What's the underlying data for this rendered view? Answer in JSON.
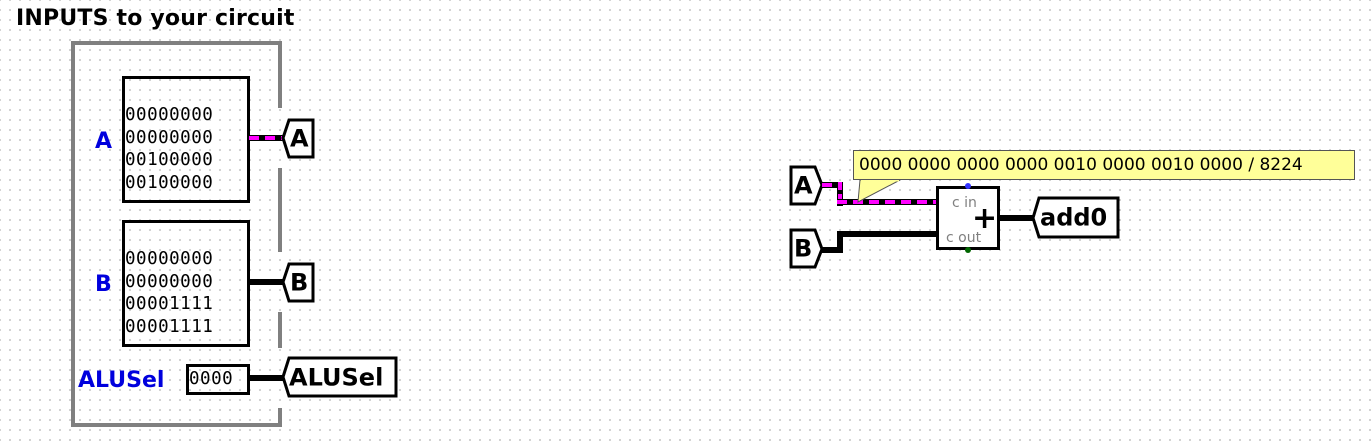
{
  "canvas": {
    "title": "INPUTS to your circuit",
    "grid_color": "#9a9a9a",
    "frame_color": "#808080"
  },
  "inputs": {
    "A": {
      "label": "A",
      "label_color": "#0000dd",
      "bits": [
        "00000000",
        "00000000",
        "00100000",
        "00100000"
      ],
      "tunnel": "A"
    },
    "B": {
      "label": "B",
      "label_color": "#0000dd",
      "bits": [
        "00000000",
        "00000000",
        "00001111",
        "00001111"
      ],
      "tunnel": "B"
    },
    "ALUSel": {
      "label": "ALUSel",
      "label_color": "#0000dd",
      "bits": [
        "0000"
      ],
      "tunnel": "ALUSel"
    }
  },
  "circuit": {
    "tunnel_a": "A",
    "tunnel_b": "B",
    "adder": {
      "symbol": "+",
      "carry_in_label": "c in",
      "carry_out_label": "c out",
      "carry_in_dot_color": "#3333ff",
      "carry_out_dot_color": "#006600"
    },
    "output_tunnel": "add0",
    "probe_tooltip": "0000 0000 0000 0000 0010 0000 0010 0000 / 8224",
    "selected_wire_color": "#ff00ff"
  }
}
